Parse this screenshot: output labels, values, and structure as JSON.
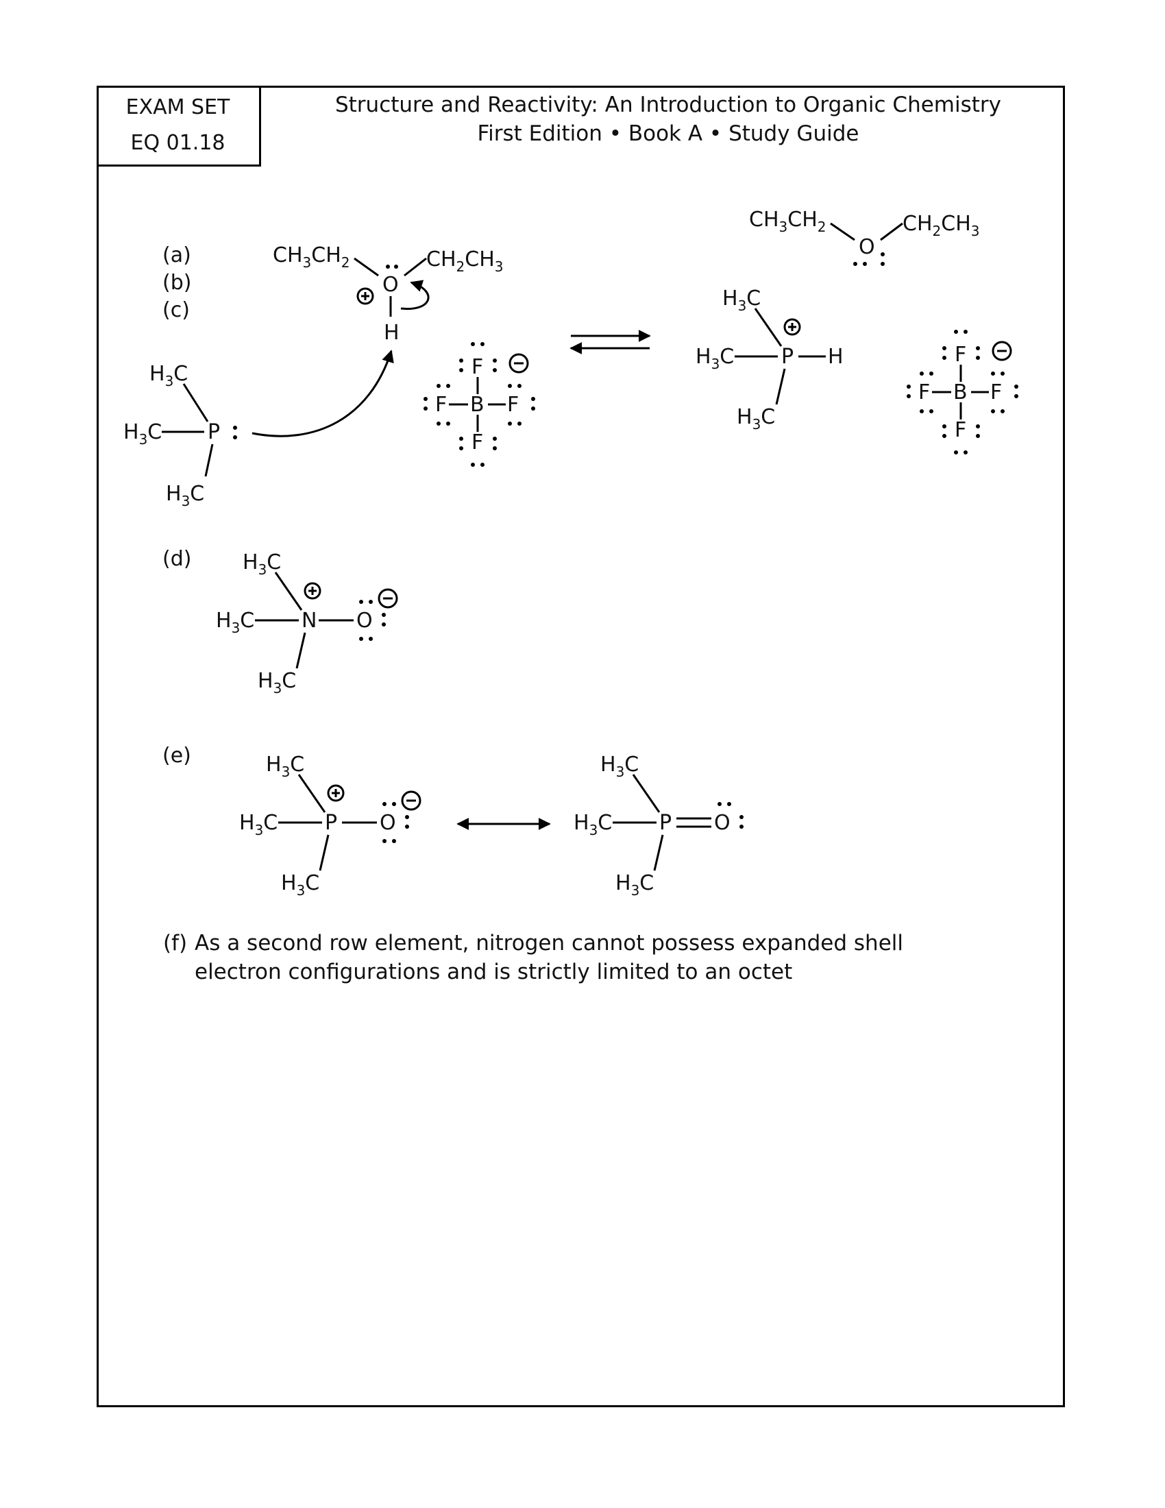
{
  "exam": {
    "line1": "EXAM SET",
    "line2": "EQ 01.18"
  },
  "header": {
    "title": "Structure and Reactivity: An Introduction to Organic Chemistry",
    "subtitle": "First Edition • Book A • Study Guide"
  },
  "labels": {
    "a": "(a)",
    "b": "(b)",
    "c": "(c)",
    "d": "(d)",
    "e": "(e)",
    "f": "(f)"
  },
  "answer_f": "As a second row element, nitrogen cannot possess expanded shell electron configurations and is strictly limited to an octet",
  "atoms": {
    "ch3ch2": "CH3CH2",
    "ch2ch3": "CH2CH3",
    "o": "O",
    "h": "H",
    "p": "P",
    "n": "N",
    "b": "B",
    "f": "F",
    "h3c": "H3C",
    "plus": "+",
    "minus": "−"
  }
}
